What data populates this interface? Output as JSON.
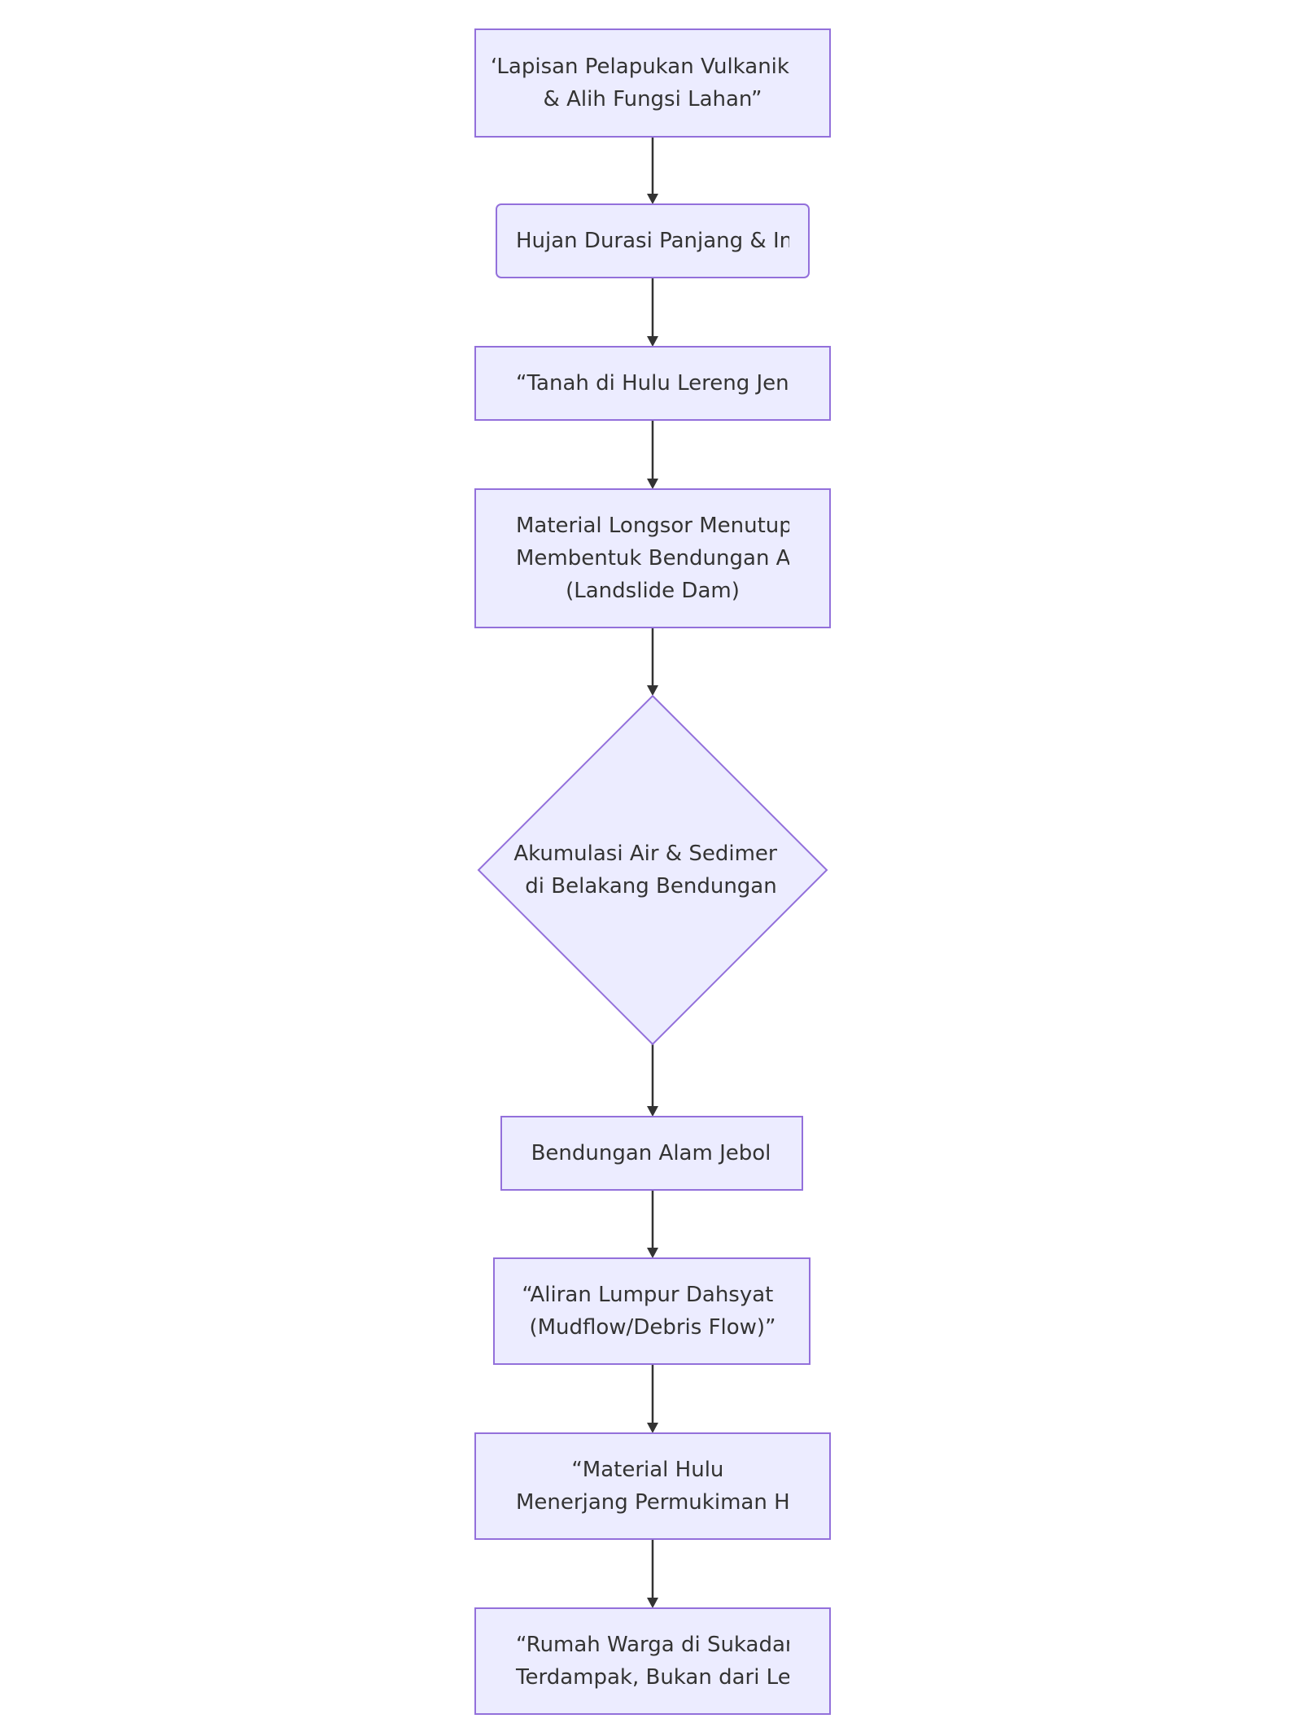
{
  "diagram": {
    "type": "flowchart",
    "colors": {
      "node_fill": "#ececff",
      "node_stroke": "#9370db",
      "edge": "#333333",
      "text": "#333333"
    },
    "nodes": [
      {
        "id": "n1",
        "shape": "rect",
        "lines": [
          "“Lapisan Pelapukan Vulkanik",
          "& Alih Fungsi Lahan”"
        ]
      },
      {
        "id": "n2",
        "shape": "rounded",
        "lines": [
          "Hujan Durasi Panjang & Inte"
        ]
      },
      {
        "id": "n3",
        "shape": "rect",
        "lines": [
          "“Tanah di Hulu Lereng Jenuh"
        ]
      },
      {
        "id": "n4",
        "shape": "rect",
        "lines": [
          "Material Longsor Menutup Al",
          "Membentuk Bendungan Alam",
          "(Landslide Dam)"
        ]
      },
      {
        "id": "n5",
        "shape": "diamond",
        "lines": [
          "Akumulasi Air & Sedimen",
          "di Belakang Bendungan"
        ]
      },
      {
        "id": "n6",
        "shape": "rect",
        "lines": [
          "Bendungan Alam Jebol"
        ]
      },
      {
        "id": "n7",
        "shape": "rect",
        "lines": [
          "“Aliran Lumpur Dahsyat",
          "(Mudflow/Debris Flow)”"
        ]
      },
      {
        "id": "n8",
        "shape": "rect",
        "lines": [
          "“Material Hulu",
          "Menerjang Permukiman Hilir"
        ]
      },
      {
        "id": "n9",
        "shape": "rect",
        "lines": [
          "“Rumah Warga di Sukadami",
          "Terdampak, Bukan dari Lere"
        ]
      }
    ],
    "edges": [
      {
        "from": "n1",
        "to": "n2"
      },
      {
        "from": "n2",
        "to": "n3"
      },
      {
        "from": "n3",
        "to": "n4"
      },
      {
        "from": "n4",
        "to": "n5"
      },
      {
        "from": "n5",
        "to": "n6"
      },
      {
        "from": "n6",
        "to": "n7"
      },
      {
        "from": "n7",
        "to": "n8"
      },
      {
        "from": "n8",
        "to": "n9"
      }
    ]
  }
}
